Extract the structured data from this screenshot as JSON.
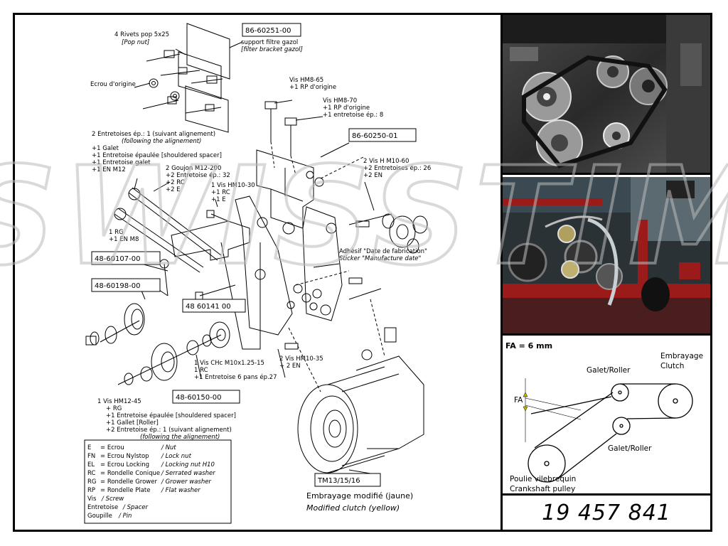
{
  "labels": {
    "rivets": "4 Rivets pop 5x25",
    "rivets_en": "[Pop nut]",
    "filter_bracket_code": "86-60251-00",
    "filter_bracket_fr": "support filtre gazol",
    "filter_bracket_en": "[filter bracket gazol]",
    "ecrou_origine": "Ecrou d'origine",
    "vis_hm8_65": "Vis HM8-65",
    "vis_hm8_65_b": "+1 RP d'origine",
    "vis_hm8_70": "Vis HM8-70",
    "vis_hm8_70_b": "+1 RP d'origine",
    "vis_hm8_70_c": "+1 entretoise ép.: 8",
    "bracket_code": "86-60250-01",
    "entretoises_1": "2 Entretoises ép.: 1 (suivant alignement)",
    "entretoises_1_en": "(following the alignement)",
    "galet": "+1 Galet",
    "entretoise_epaulee": "+1 Entretoise épaulée [shouldered spacer]",
    "entretoise_galet": "+1 Entretoise galet",
    "en_m12": "+1 EN M12",
    "goujon": "2 Goujon M12-200",
    "goujon_b": "+2 Entretoise ép.: 32",
    "goujon_c": "+2 RC",
    "goujon_d": "+2 E",
    "vis_hm10_30": "1 Vis HM10-30",
    "vis_hm10_30_b": "+1 RC",
    "vis_hm10_30_c": "+1 E",
    "vis_h_m10_60": "2 Vis H M10-60",
    "vis_h_m10_60_b": "+2 Entretoises ép.: 26",
    "vis_h_m10_60_c": "+2 EN",
    "rg_en_m8": "1 RG",
    "rg_en_m8_b": "+1 EN M8",
    "code_48_60107": "48-60107-00",
    "code_48_60198": "48-60198-00",
    "code_48_60141": "48 60141 00",
    "adhesif": "Adhésif \"Date de fabrication\"",
    "sticker": "Sticker \"Manufacture date\"",
    "vis_chc": "1 Vis CHc M10x1.25-15",
    "vis_chc_b": "1 RC",
    "vis_chc_c": "+1 Entretoise 6 pans ép.27",
    "vis_hm10_35": "2 Vis HM10-35",
    "vis_hm10_35_b": "+ 2 EN",
    "code_48_60150": "48-60150-00",
    "vis_hm12_45": "1 Vis HM12-45",
    "vis_hm12_45_b": "+ RG",
    "vis_hm12_45_c": "+1 Entretoise épaulée [shouldered spacer]",
    "vis_hm12_45_d": "+1 Gallet [Roller]",
    "vis_hm12_45_e": "+2 Entretoise ép.: 1 (suivant alignement)",
    "vis_hm12_45_f": "(following the alignement)",
    "tm_code": "TM13/15/16",
    "embrayage_fr": "Embrayage modifié (jaune)",
    "embrayage_en": "Modified clutch (yellow)"
  },
  "legend": [
    {
      "abbr": "E",
      "fr": "= Ecrou",
      "en": "/ Nut"
    },
    {
      "abbr": "FN",
      "fr": "= Ecrou Nylstop",
      "en": "/ Lock nut"
    },
    {
      "abbr": "EL",
      "fr": "= Ecrou Locking",
      "en": "/ Locking nut H10"
    },
    {
      "abbr": "RC",
      "fr": "= Rondelle Conique",
      "en": "/ Serrated washer"
    },
    {
      "abbr": "RG",
      "fr": "= Rondelle Grower",
      "en": "/ Grower washer"
    },
    {
      "abbr": "RP",
      "fr": "= Rondelle Plate",
      "en": "/ Flat washer"
    },
    {
      "abbr": "Vis",
      "fr": "",
      "en": "/ Screw"
    },
    {
      "abbr": "Entretoise",
      "fr": "",
      "en": "/ Spacer"
    },
    {
      "abbr": "Goupille",
      "fr": "",
      "en": "/ Pin"
    }
  ],
  "belt": {
    "fa": "FA = 6 mm",
    "fa_short": "FA",
    "embrayage": "Embrayage",
    "clutch": "Clutch",
    "roller_top": "Galet/Roller",
    "roller_bottom": "Galet/Roller",
    "poulie": "Poulie vilebrequin",
    "crankshaft": "Crankshaft pulley"
  },
  "part_number": "19 457 841",
  "watermark": "SWISSTIM",
  "colors": {
    "line": "#000000",
    "watermark": "#bbbbbb",
    "frame_red": "#9b1b1b"
  }
}
